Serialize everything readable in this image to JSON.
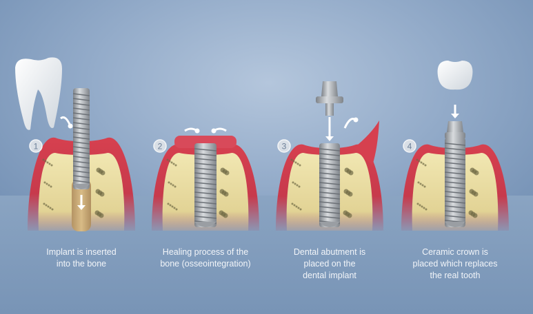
{
  "steps": [
    {
      "number": "1",
      "caption": [
        "Implant is inserted",
        "into the bone"
      ]
    },
    {
      "number": "2",
      "caption": [
        "Healing process of the",
        "bone (osseointegration)"
      ]
    },
    {
      "number": "3",
      "caption": [
        "Dental abutment is",
        "placed on the",
        "dental implant"
      ]
    },
    {
      "number": "4",
      "caption": [
        "Ceramic crown is",
        "placed which replaces",
        "the real tooth"
      ]
    }
  ],
  "colors": {
    "gum": "#c8364a",
    "bone": "#e8dca0",
    "implant": "#a9adb2",
    "background": "#8aa4c2",
    "caption": "#f2f5f9"
  }
}
